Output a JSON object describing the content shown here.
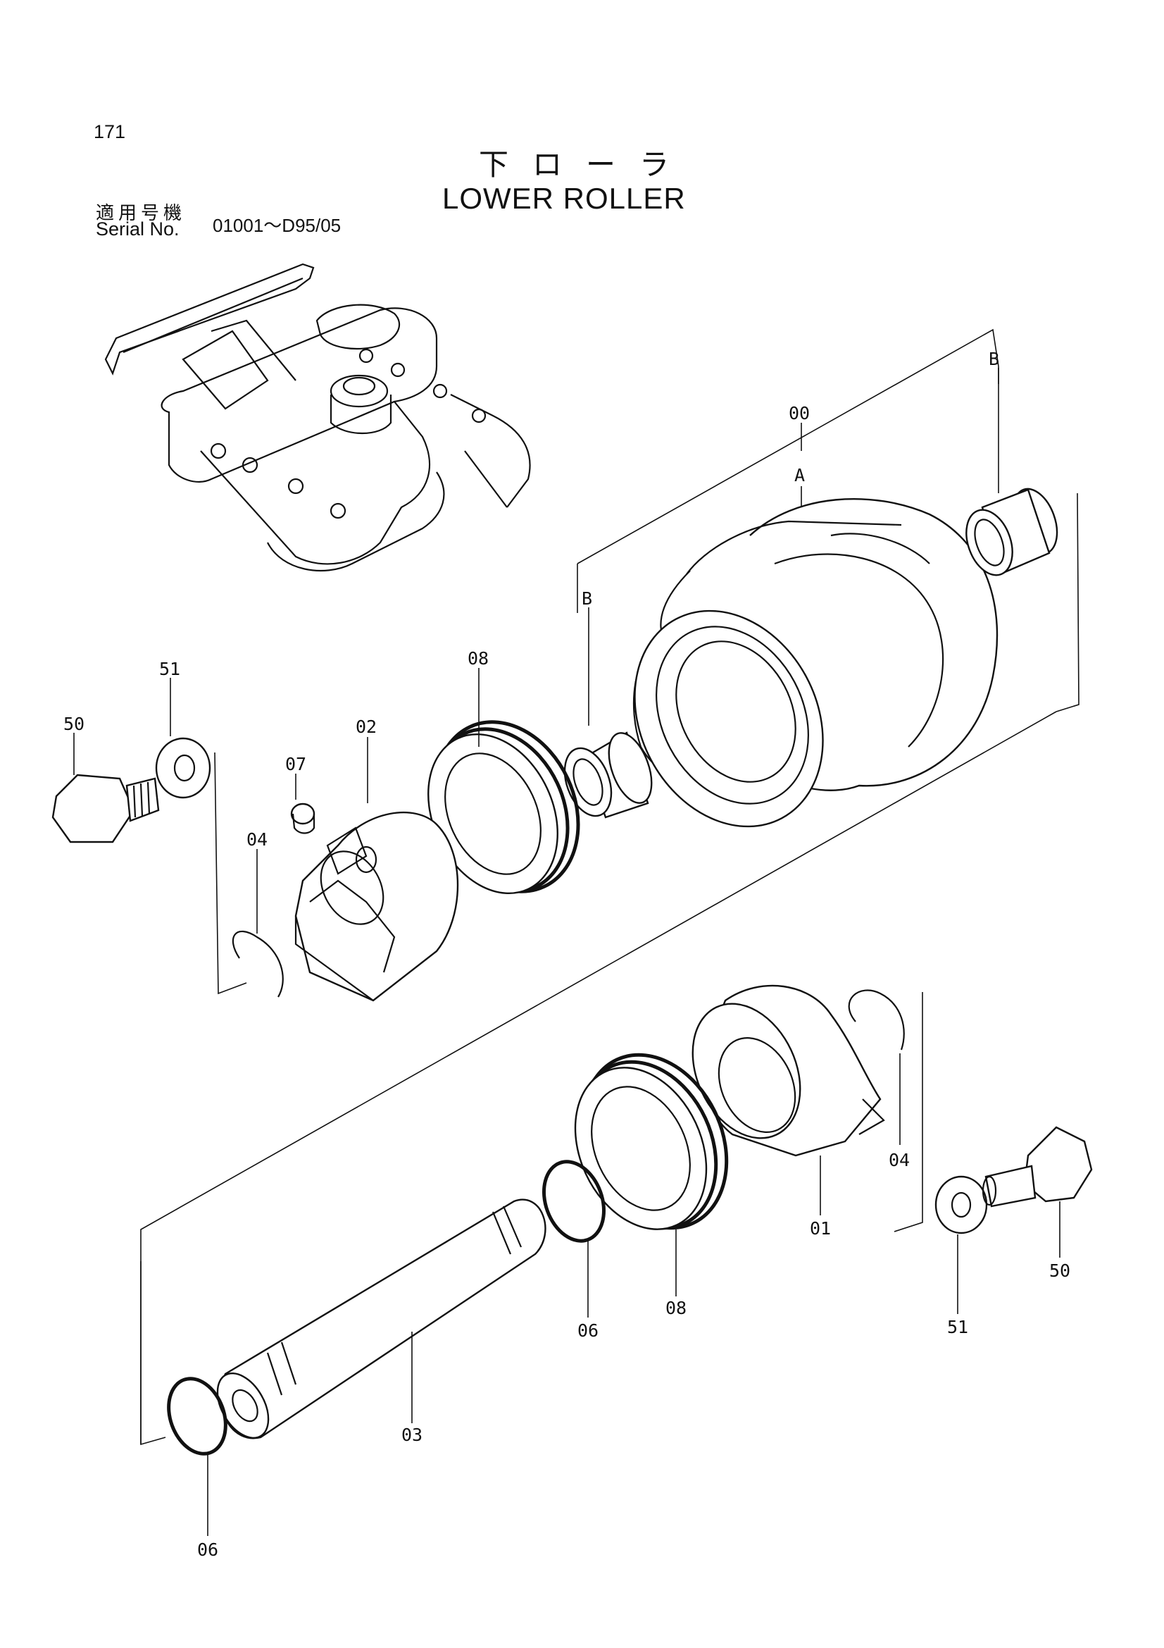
{
  "header": {
    "page_number": "171",
    "title_ja": "下ローラ",
    "title_en": "LOWER ROLLER",
    "serial_label_ja": "適用号機",
    "serial_label_en": "Serial No.",
    "serial_value": "01001～D95/05"
  },
  "callouts": {
    "assembly_00": "00",
    "ref_a": "A",
    "ref_b_top": "B",
    "ref_b_mid": "B",
    "part_51_top": "51",
    "part_50_top": "50",
    "part_02": "02",
    "part_07": "07",
    "part_04_top": "04",
    "part_08_top": "08",
    "part_04_bottom": "04",
    "part_01": "01",
    "part_50_bottom": "50",
    "part_51_bottom": "51",
    "part_08_bottom": "08",
    "part_06_mid": "06",
    "part_03": "03",
    "part_06_bottom": "06"
  }
}
